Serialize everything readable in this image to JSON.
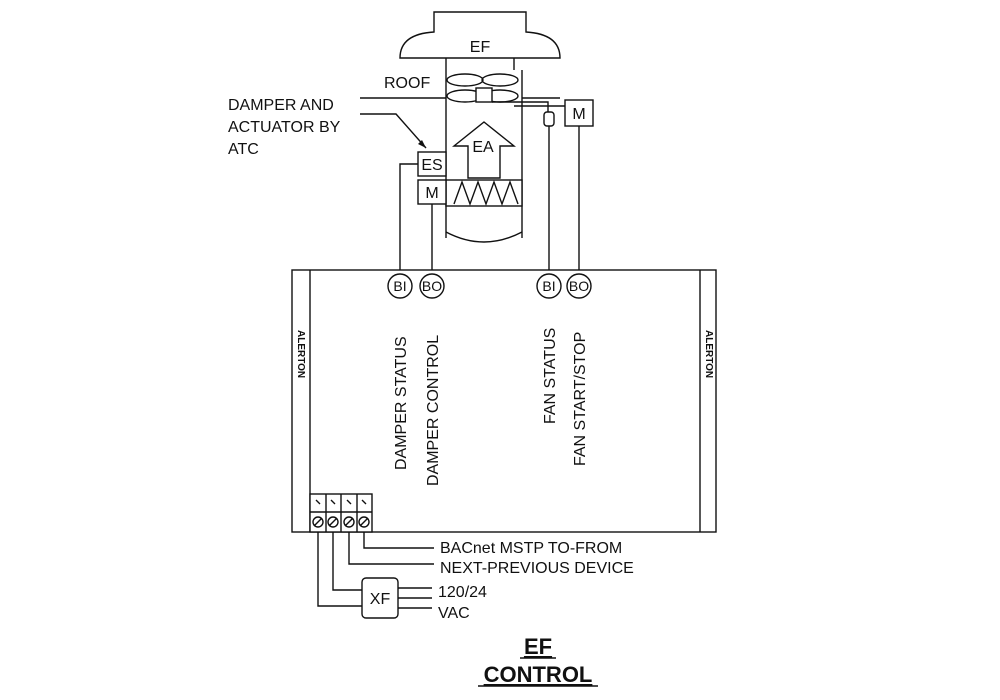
{
  "fan": {
    "label": "EF",
    "roof_label": "ROOF",
    "airflow_label": "EA",
    "motor_label": "M"
  },
  "damper": {
    "note_lines": [
      "DAMPER AND",
      "ACTUATOR BY",
      "ATC"
    ],
    "end_switch_label": "ES",
    "actuator_label": "M"
  },
  "controller": {
    "brand": "ALERTON",
    "points": [
      {
        "type": "BI",
        "signal": "DAMPER  STATUS"
      },
      {
        "type": "BO",
        "signal": "DAMPER CONTROL"
      },
      {
        "type": "BI",
        "signal": "FAN STATUS"
      },
      {
        "type": "BO",
        "signal": "FAN START/STOP"
      }
    ]
  },
  "network": {
    "lines": [
      "BACnet MSTP TO-FROM",
      "NEXT-PREVIOUS DEVICE"
    ]
  },
  "power": {
    "transformer_label": "XF",
    "lines": [
      "120/24",
      "VAC"
    ]
  },
  "title": {
    "line1": "EF",
    "line2": "CONTROL"
  }
}
